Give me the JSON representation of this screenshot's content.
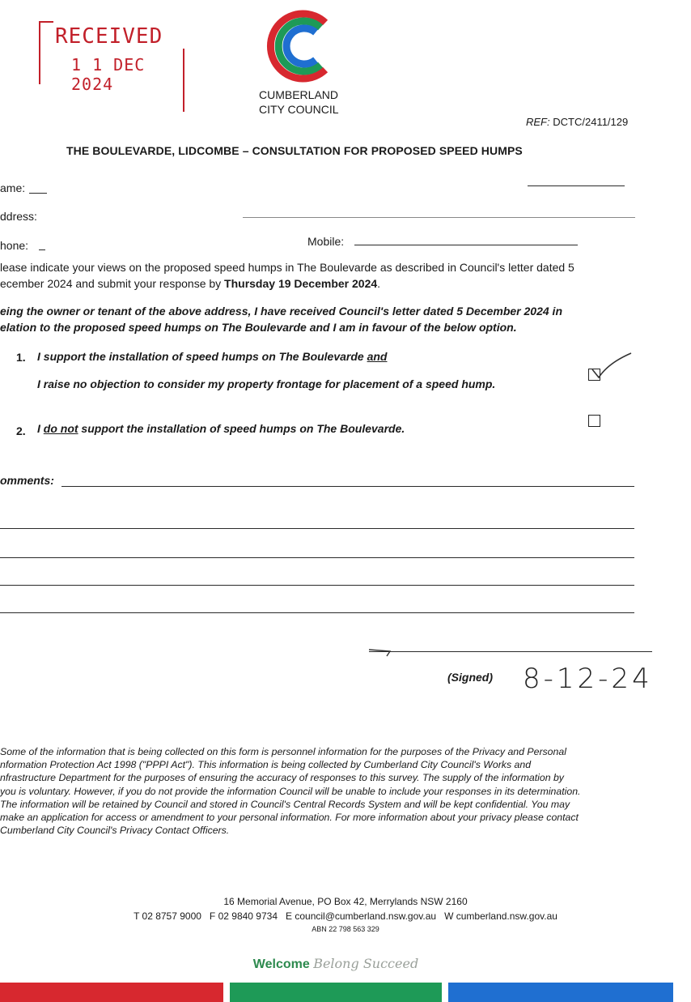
{
  "stamp": {
    "word": "RECEIVED",
    "date": "1 1 DEC 2024"
  },
  "logo": {
    "line1": "CUMBERLAND",
    "line2": "CITY COUNCIL",
    "icon": "council-c-logo-icon"
  },
  "ref": {
    "label": "REF:",
    "value": "DCTC/2411/129"
  },
  "title": "THE BOULEVARDE, LIDCOMBE – CONSULTATION FOR PROPOSED SPEED HUMPS",
  "fields": {
    "name_label": "ame:",
    "address_label": "ddress:",
    "phone_label": "hone:",
    "mobile_label": "Mobile:"
  },
  "instructions": {
    "line1": "lease indicate your views on the proposed speed humps in The Boulevarde as described in Council's letter dated 5",
    "line2_start": "ecember 2024 and submit your response by ",
    "line2_bold": "Thursday 19 December 2024",
    "line2_end": "."
  },
  "declaration": {
    "line1": "eing the owner or tenant of the above address, I have received Council's letter dated 5 December 2024 in",
    "line2": "elation to the proposed speed humps on The Boulevarde and I am in favour of the below option."
  },
  "options": [
    {
      "number": "1.",
      "line1_start": "I support the installation of speed humps on The Boulevarde ",
      "line1_under": "and",
      "line2": "I raise no objection to consider my property frontage for placement of a speed hump.",
      "checked": true
    },
    {
      "number": "2.",
      "start": "I ",
      "under": "do not",
      "end": " support the installation of speed humps on The Boulevarde.",
      "checked": false
    }
  ],
  "comments_label": "omments:",
  "signed_label": "(Signed)",
  "signed_date": "8-12-24",
  "privacy": [
    "Some of the information that is being collected on this form is personnel information for the purposes of the Privacy and Personal",
    "nformation Protection Act 1998 (\"PPPI Act\"). This information is being collected by Cumberland City Council's Works and",
    "nfrastructure Department for the purposes of ensuring the accuracy of responses to this survey. The supply of the information by",
    "you is voluntary. However, if you do not provide the information Council will be unable to include your responses in its determination.",
    "The information will be retained by Council and stored in Council's Central Records System and will be kept confidential. You may",
    "make an application for access or amendment to your personal information. For more information about your privacy please contact",
    "Cumberland City Council's Privacy Contact Officers."
  ],
  "footer": {
    "address": "16 Memorial Avenue, PO Box 42, Merrylands NSW 2160",
    "contacts": "T 02 8757 9000   F 02 9840 9734   E council@cumberland.nsw.gov.au   W cumberland.nsw.gov.au",
    "abn": "ABN 22 798 563 329"
  },
  "slogan": {
    "welcome": "Welcome",
    "rest": "Belong Succeed"
  },
  "colors": {
    "red": "#d7282f",
    "green": "#1e9a57",
    "blue": "#1f6fd1",
    "stamp": "#c2202a"
  }
}
